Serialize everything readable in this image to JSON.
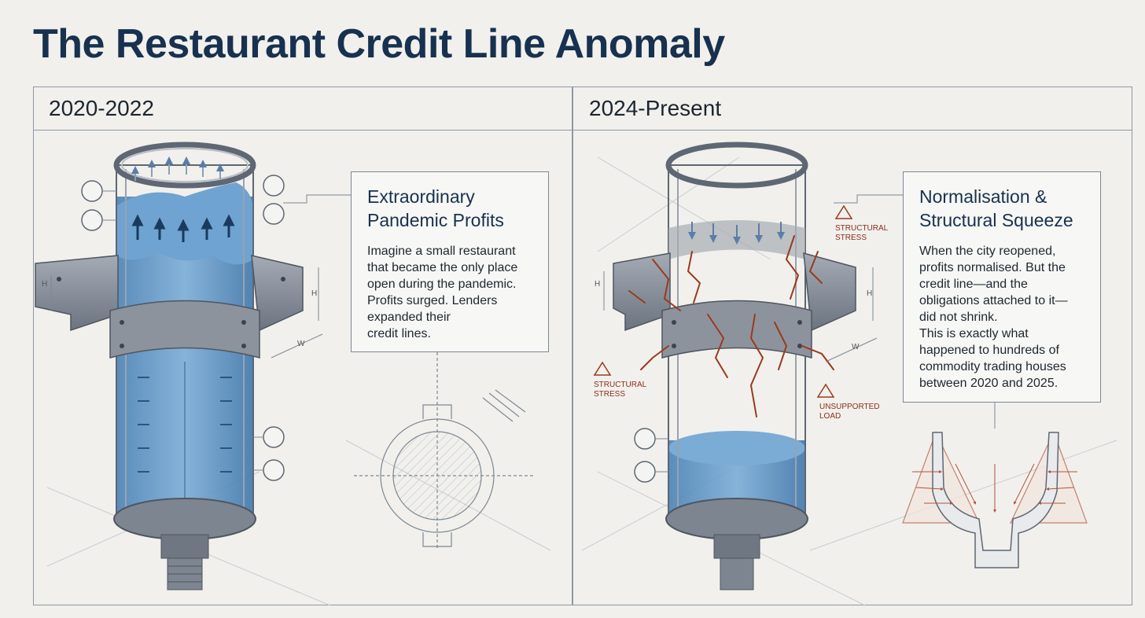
{
  "title": "The Restaurant Credit Line Anomaly",
  "panels": [
    {
      "period": "2020-2022",
      "heading": "Extraordinary\nPandemic Profits",
      "body": "Imagine a small restaurant\nthat became the only place\nopen during the pandemic.\nProfits surged. Lenders\nexpanded their\ncredit lines."
    },
    {
      "period": "2024-Present",
      "heading": "Normalisation &\nStructural Squeeze",
      "body": "When the city reopened,\nprofits normalised. But the\ncredit line—and the\nobligations attached to it—\ndid not shrink.\nThis is exactly what\nhappened to hundreds of\ncommodity trading houses\nbetween 2020 and 2025."
    }
  ],
  "warnings": {
    "structural_stress": "STRUCTURAL\nSTRESS",
    "unsupported_load": "UNSUPPORTED\nLOAD"
  },
  "dimension_labels": {
    "h": "H",
    "w": "W"
  },
  "colors": {
    "title": "#17314f",
    "water": "#5b93c4",
    "metal": "#7d8591",
    "crack": "#9a3a1e",
    "line": "#8e98a5"
  }
}
